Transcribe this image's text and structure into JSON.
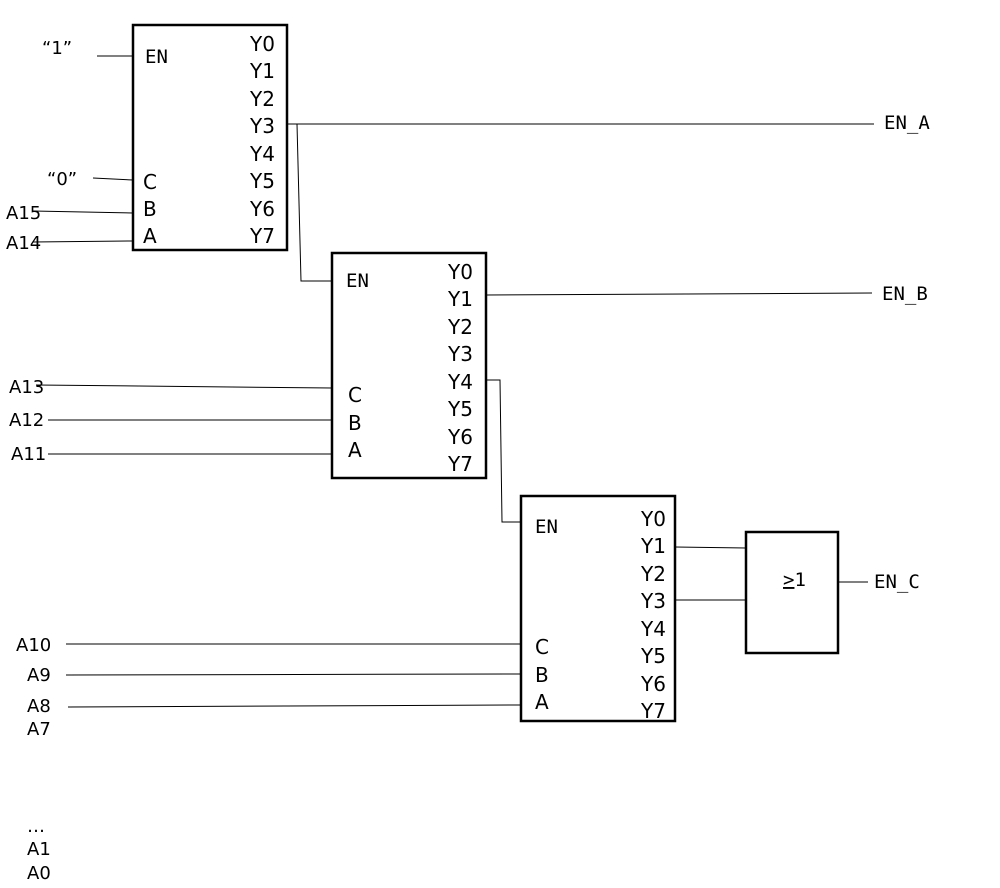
{
  "constants": {
    "one": "“1”",
    "zero": "“0”"
  },
  "decoder_pins": {
    "en": "EN",
    "c": "C",
    "b": "B",
    "a": "A",
    "outputs": [
      "Y0",
      "Y1",
      "Y2",
      "Y3",
      "Y4",
      "Y5",
      "Y6",
      "Y7"
    ]
  },
  "inputs": {
    "a15": "A15",
    "a14": "A14",
    "a13": "A13",
    "a12": "A12",
    "a11": "A11",
    "a10": "A10",
    "a9": "A9",
    "a8": "A8",
    "a7": "A7",
    "ellipsis": "…",
    "a1": "A1",
    "a0": "A0"
  },
  "outputs": {
    "en_a": "EN_A",
    "en_b": "EN_B",
    "en_c": "EN_C"
  },
  "or_gate": {
    "symbol_ge": ">",
    "symbol_one": "1"
  }
}
